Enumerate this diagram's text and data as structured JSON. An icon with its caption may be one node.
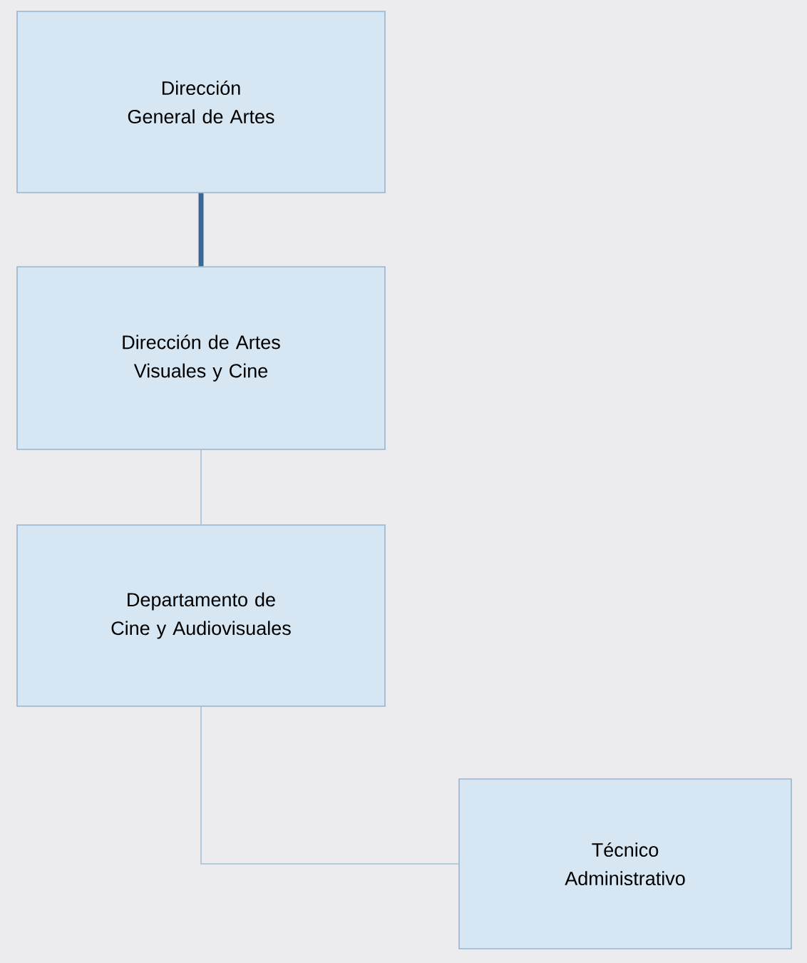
{
  "diagram": {
    "nodes": [
      {
        "text": [
          "Dirección General de Artes"
        ]
      },
      {
        "text": [
          "Dirección de Artes Visuales y Cine"
        ]
      },
      {
        "text": [
          "Departamento de Cine y Audiovisuales"
        ]
      },
      {
        "text": [
          "Técnico Administrativo"
        ]
      }
    ],
    "edges": [
      {
        "from": 0,
        "to": 1,
        "arrow": "none",
        "style": "thick",
        "color": "#3b6894"
      },
      {
        "from": 1,
        "to": 2,
        "arrow": "none"
      },
      {
        "from": 2,
        "to": 3,
        "arrow": "none"
      }
    ]
  }
}
